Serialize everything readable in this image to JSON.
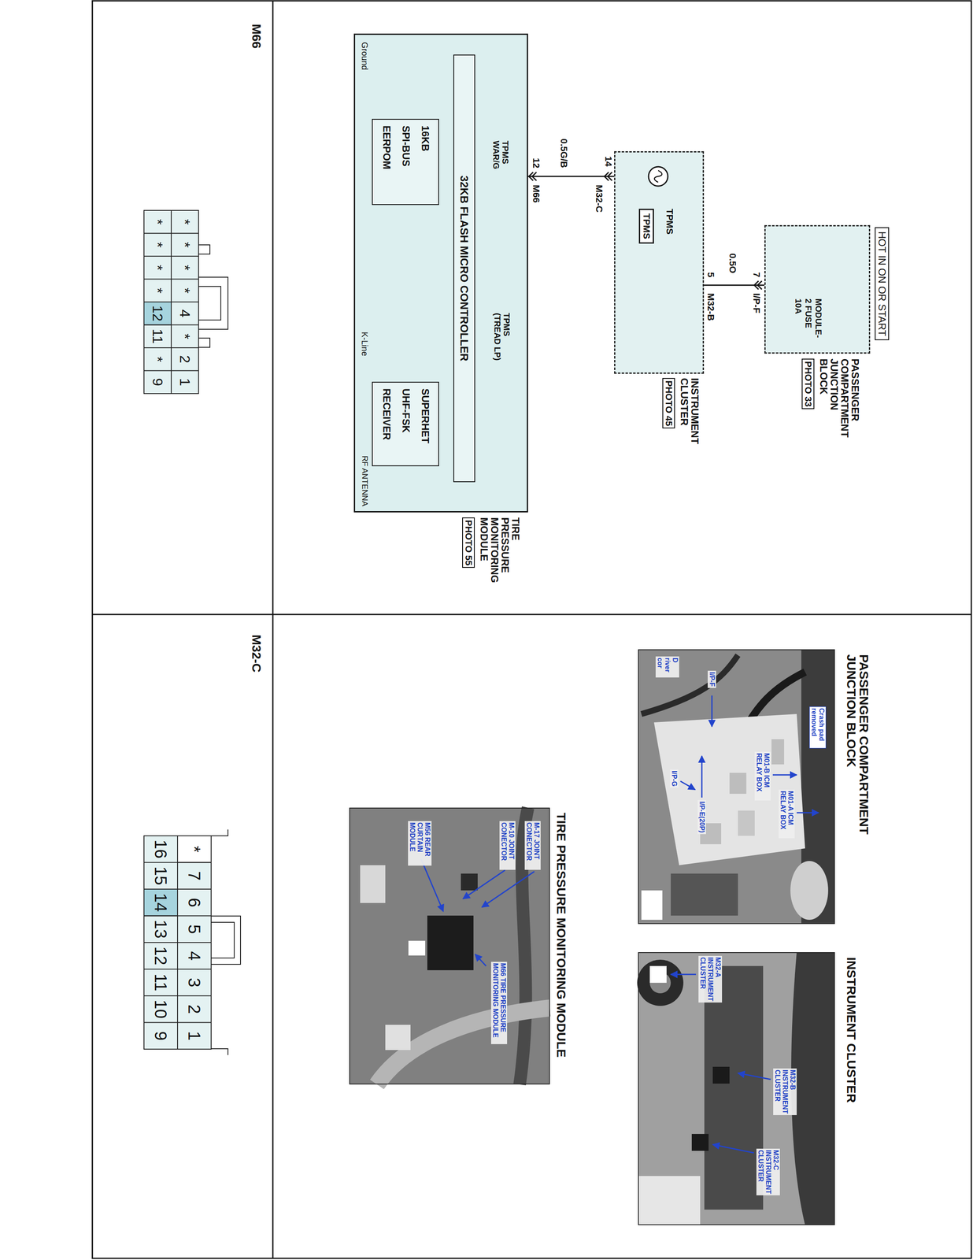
{
  "diagram": {
    "nodes": [
      {
        "text": [
          "HOT IN ON OR START"
        ]
      },
      {
        "text": [
          "PASSENGER COMPARTMENT JUNCTION BLOCK",
          "PHOTO 33"
        ]
      },
      {
        "text": [
          "INSTRUMENT CLUSTER",
          "PHOTO 45"
        ]
      },
      {
        "text": [
          "TPMS"
        ],
        "in": 2
      },
      {
        "text": [
          "TPMS"
        ],
        "in": 2
      },
      {
        "text": [
          "TIRE PRESSURE MONITORING MODULE",
          "PHOTO 55"
        ]
      },
      {
        "text": [
          "32KB FLASH MICRO CONTROLLER"
        ],
        "in": 5
      },
      {
        "text": [
          "16KB SPI-BUS EERPOM"
        ],
        "in": 5
      },
      {
        "text": [
          "SUPERHET UHF-FSK RECEIVER"
        ],
        "in": 5
      },
      {
        "text": [
          "PASSENGER COMPARTMENT JUNCTION BLOCK"
        ]
      },
      {
        "text": [
          "INSTRUMENT CLUSTER"
        ]
      },
      {
        "text": [
          "TIRE PRESSURE MONITORING MODULE"
        ]
      }
    ],
    "edges": [
      {
        "from": 1,
        "to": 3,
        "label": "0.5O",
        "arrow": "none"
      },
      {
        "from": 3,
        "to": 5,
        "label": "0.5G/B",
        "arrow": "none"
      }
    ],
    "labels": [
      "MODULE-2 FUSE 10A",
      "7",
      "I/P-F",
      "5",
      "M32-B",
      "14",
      "M32-C",
      "12",
      "M66",
      "TPMS WAR/G",
      "TPMS (TREAD LP)",
      "Ground",
      "K-Line",
      "RF ANTENNA",
      "Crash pad removed",
      "M01-A ICM RELAY BOX",
      "M01-B ICM RELAY BOX",
      "I/P-F",
      "I/P-E(20P)",
      "I/P-G",
      "D river cor",
      "M32-A INSTRUMENT CLUSTER",
      "M32-B INSTRUMENT CLUSTER",
      "M32-C INSTRUMENT CLUSTER",
      "M-17 JOINT CONECTOR",
      "M-10 JOINT CONECTOR",
      "M56 REAR CURTAIN MODULE",
      "M66 TIRE PRESSURE MONITORING MODULE",
      "M66",
      "*",
      "*",
      "*",
      "*",
      "4",
      "*",
      "2",
      "1",
      "*",
      "*",
      "*",
      "*",
      "12",
      "11",
      "*",
      "9",
      "M32-C",
      "*",
      "7",
      "6",
      "5",
      "4",
      "3",
      "2",
      "1",
      "16",
      "15",
      "14",
      "13",
      "12",
      "11",
      "10",
      "9"
    ]
  }
}
